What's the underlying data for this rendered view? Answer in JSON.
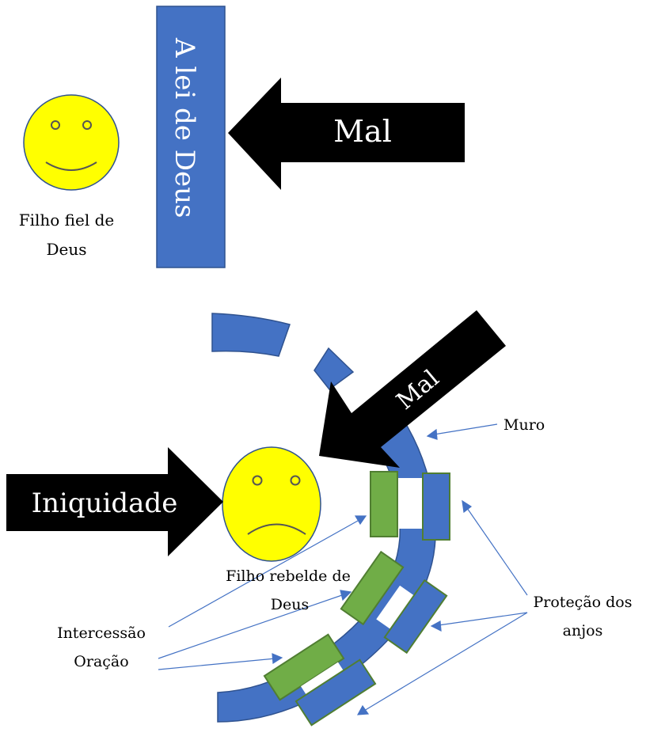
{
  "top": {
    "smiley_label_line1": "Filho fiel de",
    "smiley_label_line2": "Deus",
    "law_bar_text": "A lei de Deus",
    "evil_arrow_text": "Mal"
  },
  "bottom": {
    "evil_arrow_text": "Mal",
    "iniquity_arrow_text": "Iniquidade",
    "smiley_label_line1": "Filho rebelde de",
    "smiley_label_line2": "Deus",
    "wall_label": "Muro",
    "intercession_label": "Intercessão",
    "prayer_label": "Oração",
    "angels_label_line1": "Proteção dos",
    "angels_label_line2": "anjos"
  },
  "colors": {
    "blue": "#4472C4",
    "blue_dark": "#2F528F",
    "green": "#70AD47",
    "green_dark": "#507E32",
    "yellow": "#FFFF00",
    "black": "#000000"
  }
}
